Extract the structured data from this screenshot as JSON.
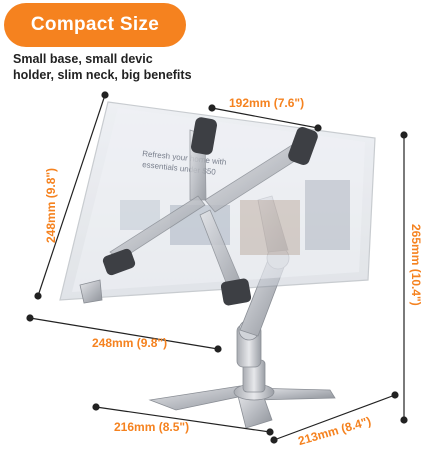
{
  "badge": {
    "title": "Compact Size",
    "color": "#f5821f"
  },
  "subtitle": {
    "line1": "Small base, small devic",
    "line2": "holder, slim neck, big benefits"
  },
  "dimensions": {
    "top_width": "192mm (7.6\")",
    "tablet_height": "248mm (9.8\")",
    "total_height": "265mm (10.4\")",
    "arm_width": "248mm (9.8\")",
    "base_width": "216mm (8.5\")",
    "base_depth": "213mm (8.4\")"
  },
  "product_image": {
    "screen_text_line1": "Refresh your home with",
    "screen_text_line2": "essentials under $50"
  }
}
